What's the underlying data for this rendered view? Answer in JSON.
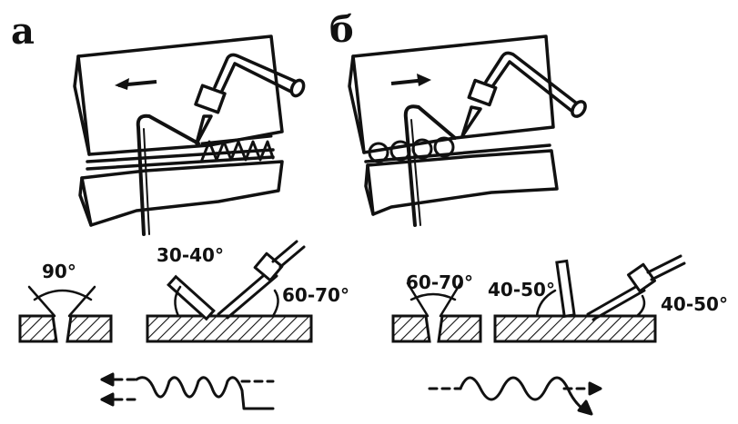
{
  "panels": {
    "a": {
      "letter": "а",
      "angles": {
        "groove": "90°",
        "rod": "30-40°",
        "torch": "60-70°"
      }
    },
    "b": {
      "letter": "б",
      "angles": {
        "groove": "60-70°",
        "rod": "40-50°",
        "torch": "40-50°"
      }
    }
  },
  "colors": {
    "ink": "#111111",
    "paper": "#ffffff"
  },
  "icons": {
    "direction_arrow": "arrow-icon",
    "torch": "welding-torch-icon",
    "filler_rod": "filler-rod-icon",
    "weld_bead": "weld-bead-icon",
    "motion_path": "torch-motion-path-icon"
  }
}
